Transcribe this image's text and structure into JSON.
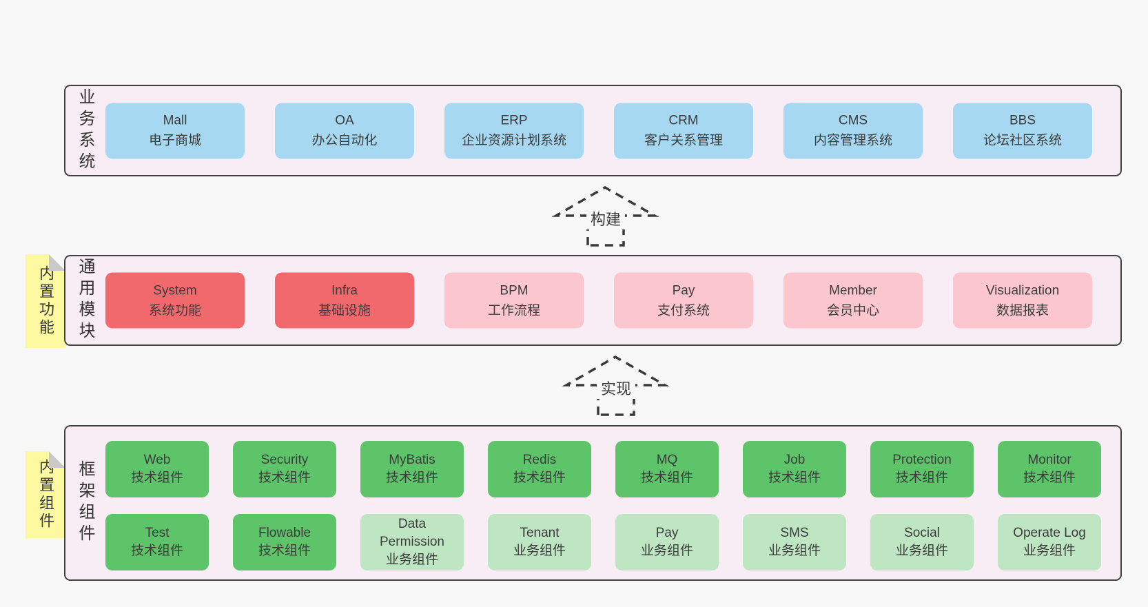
{
  "colors": {
    "page_bg": "#f8f8f8",
    "panel_bg": "#f8edf5",
    "panel_border": "#404040",
    "box_blue": "#a7d8f2",
    "box_red": "#f1696d",
    "box_pink": "#fbc6ce",
    "box_green": "#5dc46a",
    "box_green_light": "#bee6c3",
    "note_yellow": "#fcf9a1",
    "note_fold_gray": "#c9c9c9",
    "text": "#3a3a3a"
  },
  "arrows": [
    {
      "label": "构建"
    },
    {
      "label": "实现"
    }
  ],
  "layers": {
    "business": {
      "label": "业务系统",
      "boxes": [
        {
          "title": "Mall",
          "subtitle": "电子商城"
        },
        {
          "title": "OA",
          "subtitle": "办公自动化"
        },
        {
          "title": "ERP",
          "subtitle": "企业资源计划系统"
        },
        {
          "title": "CRM",
          "subtitle": "客户关系管理"
        },
        {
          "title": "CMS",
          "subtitle": "内容管理系统"
        },
        {
          "title": "BBS",
          "subtitle": "论坛社区系统"
        }
      ]
    },
    "modules": {
      "label": "通用模块",
      "note": "内置功能",
      "boxes": [
        {
          "title": "System",
          "subtitle": "系统功能"
        },
        {
          "title": "Infra",
          "subtitle": "基础设施"
        },
        {
          "title": "BPM",
          "subtitle": "工作流程"
        },
        {
          "title": "Pay",
          "subtitle": "支付系统"
        },
        {
          "title": "Member",
          "subtitle": "会员中心"
        },
        {
          "title": "Visualization",
          "subtitle": "数据报表"
        }
      ]
    },
    "components": {
      "label": "框架组件",
      "note": "内置组件",
      "row1": [
        {
          "title": "Web",
          "subtitle": "技术组件"
        },
        {
          "title": "Security",
          "subtitle": "技术组件"
        },
        {
          "title": "MyBatis",
          "subtitle": "技术组件"
        },
        {
          "title": "Redis",
          "subtitle": "技术组件"
        },
        {
          "title": "MQ",
          "subtitle": "技术组件"
        },
        {
          "title": "Job",
          "subtitle": "技术组件"
        },
        {
          "title": "Protection",
          "subtitle": "技术组件"
        },
        {
          "title": "Monitor",
          "subtitle": "技术组件"
        }
      ],
      "row2": [
        {
          "title": "Test",
          "subtitle": "技术组件"
        },
        {
          "title": "Flowable",
          "subtitle": "技术组件"
        },
        {
          "title": "Data Permission",
          "subtitle": "业务组件"
        },
        {
          "title": "Tenant",
          "subtitle": "业务组件"
        },
        {
          "title": "Pay",
          "subtitle": "业务组件"
        },
        {
          "title": "SMS",
          "subtitle": "业务组件"
        },
        {
          "title": "Social",
          "subtitle": "业务组件"
        },
        {
          "title": "Operate Log",
          "subtitle": "业务组件"
        }
      ]
    }
  }
}
